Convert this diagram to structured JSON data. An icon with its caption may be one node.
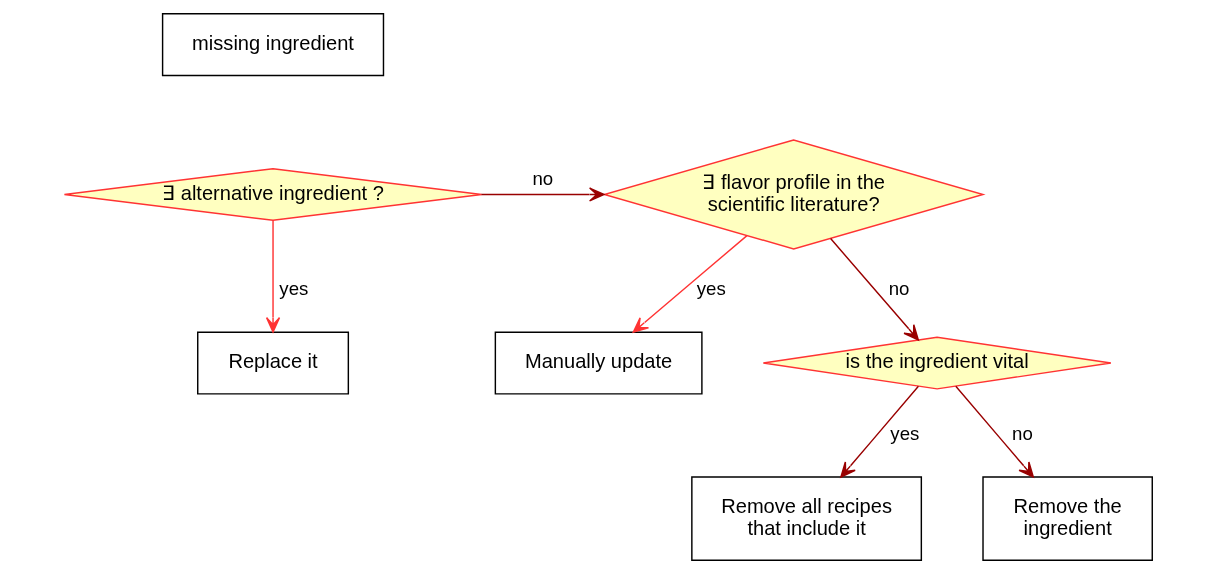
{
  "diagram": {
    "nodes": [
      {
        "text": [
          "missing ingredient"
        ]
      },
      {
        "text": [
          "∃ alternative ingredient ?"
        ]
      },
      {
        "text": [
          "Replace it"
        ]
      },
      {
        "text": [
          "∃ flavor profile in the scientific literature?"
        ]
      },
      {
        "text": [
          "Manually update"
        ]
      },
      {
        "text": [
          "is the ingredient vital"
        ]
      },
      {
        "text": [
          "Remove all recipes that include it"
        ]
      },
      {
        "text": [
          "Remove the ingredient"
        ]
      }
    ],
    "edges": [
      {
        "from": 1,
        "to": 2,
        "arrow": "to",
        "label": "yes",
        "color": "#ff3333"
      },
      {
        "from": 1,
        "to": 3,
        "arrow": "to",
        "label": "no",
        "color": "#990000"
      },
      {
        "from": 3,
        "to": 4,
        "arrow": "to",
        "label": "yes",
        "color": "#ff3333"
      },
      {
        "from": 3,
        "to": 5,
        "arrow": "to",
        "label": "no",
        "color": "#990000"
      },
      {
        "from": 5,
        "to": 6,
        "arrow": "to",
        "label": "yes",
        "color": "#990000"
      },
      {
        "from": 5,
        "to": 7,
        "arrow": "to",
        "label": "no",
        "color": "#990000"
      }
    ]
  }
}
